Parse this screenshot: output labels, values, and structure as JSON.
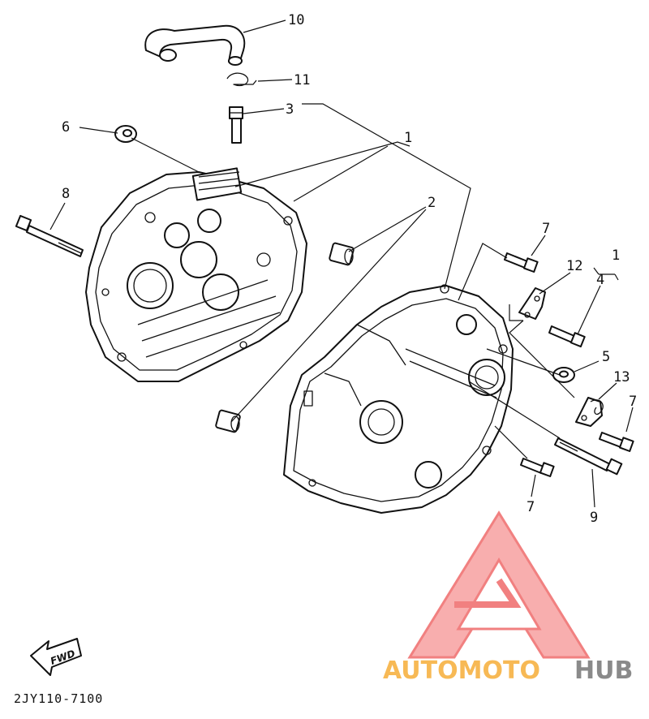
{
  "diagram": {
    "code": "2JY110-7100",
    "fwd_label": "FWD",
    "callouts": [
      {
        "id": "c10",
        "label": "10"
      },
      {
        "id": "c11",
        "label": "11"
      },
      {
        "id": "c3",
        "label": "3"
      },
      {
        "id": "c6",
        "label": "6"
      },
      {
        "id": "c1a",
        "label": "1"
      },
      {
        "id": "c8",
        "label": "8"
      },
      {
        "id": "c2",
        "label": "2"
      },
      {
        "id": "c7a",
        "label": "7"
      },
      {
        "id": "c12",
        "label": "12"
      },
      {
        "id": "c1b",
        "label": "1"
      },
      {
        "id": "c4",
        "label": "4"
      },
      {
        "id": "c5",
        "label": "5"
      },
      {
        "id": "c13",
        "label": "13"
      },
      {
        "id": "c7b",
        "label": "7"
      },
      {
        "id": "c7c",
        "label": "7"
      },
      {
        "id": "c9",
        "label": "9"
      }
    ]
  },
  "watermark": {
    "part1": "AUTOMOTO",
    "part2": "HUB",
    "color_primary": "#f26f6f",
    "color_accent": "#f7b955",
    "color_gray": "#8a8a8a"
  }
}
